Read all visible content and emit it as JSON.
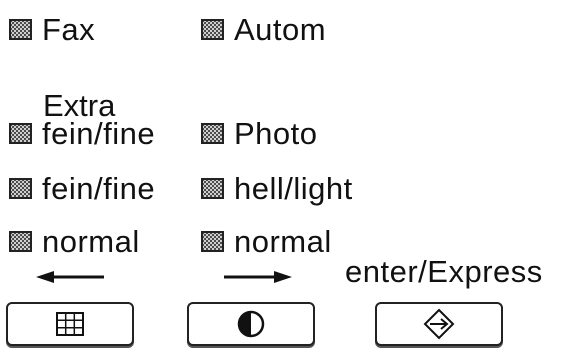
{
  "indicators": {
    "fax": "Fax",
    "autom": "Autom",
    "extra_caption": "Extra",
    "extra_fine": "fein/fine",
    "photo": "Photo",
    "fine": "fein/fine",
    "light": "hell/light",
    "normal_left": "normal",
    "normal_right": "normal"
  },
  "keys": {
    "express_label": "enter/Express",
    "left_icon": "grid-icon",
    "middle_icon": "contrast-icon",
    "right_icon": "enter-diamond-icon"
  }
}
